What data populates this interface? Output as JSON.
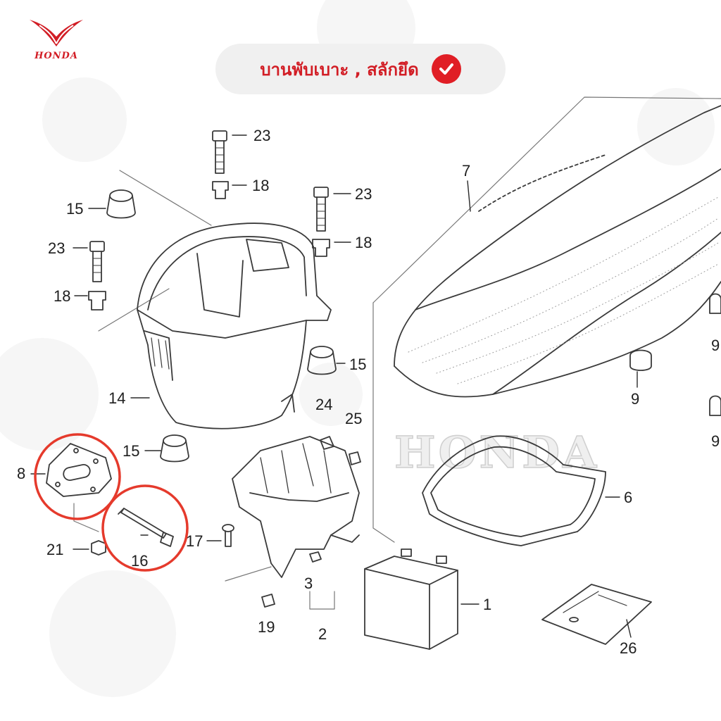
{
  "brand": {
    "logo_text": "HONDA",
    "logo_color": "#d21d25"
  },
  "banner": {
    "title": "บานพับเบาะ , สลักยึด",
    "icon": "check-circle-icon",
    "text_color": "#d21d25",
    "icon_color": "#e01e25"
  },
  "diagram": {
    "watermark_text": "HONDA",
    "highlight_color": "#e53a2c",
    "callouts": [
      "23",
      "18",
      "15",
      "23",
      "18",
      "23",
      "18",
      "15",
      "14",
      "15",
      "8",
      "21",
      "16",
      "17",
      "24",
      "25",
      "3",
      "19",
      "2",
      "1",
      "7",
      "9",
      "9",
      "9",
      "6",
      "26"
    ]
  }
}
